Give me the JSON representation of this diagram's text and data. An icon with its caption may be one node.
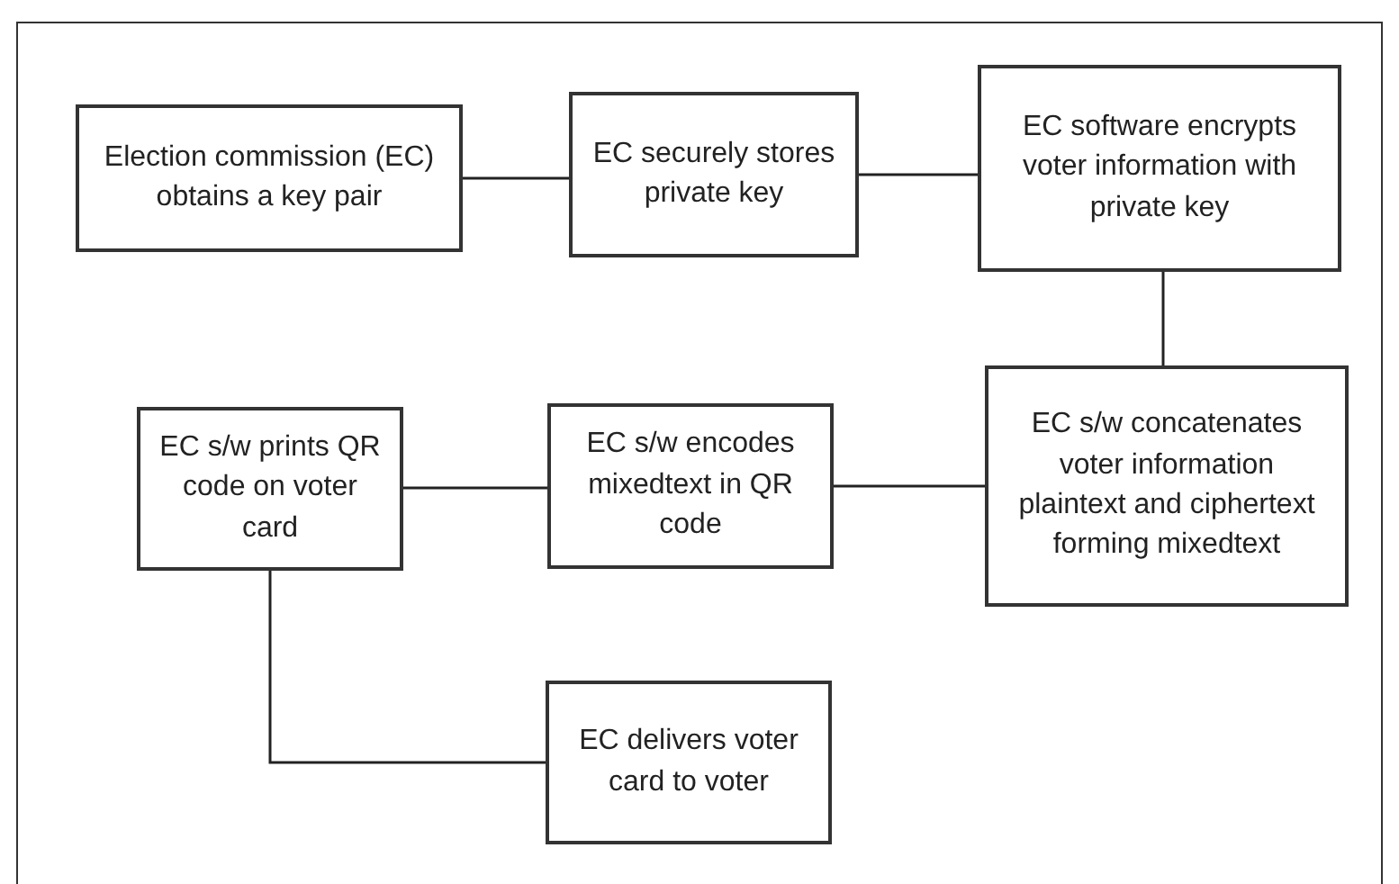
{
  "diagram": {
    "nodes": [
      {
        "text": [
          "Election commission (EC) obtains a key pair"
        ]
      },
      {
        "text": [
          "EC securely stores private key"
        ]
      },
      {
        "text": [
          "EC software encrypts voter information with private key"
        ]
      },
      {
        "text": [
          "EC s/w concatenates voter information plaintext and ciphertext forming mixedtext"
        ]
      },
      {
        "text": [
          "EC s/w prints QR code on voter card"
        ]
      },
      {
        "text": [
          "EC s/w encodes mixedtext in QR code"
        ]
      },
      {
        "text": [
          "EC delivers voter card to voter"
        ]
      }
    ],
    "edges": [
      {
        "from": 0,
        "to": 1,
        "arrow": "none"
      },
      {
        "from": 1,
        "to": 2,
        "arrow": "none"
      },
      {
        "from": 2,
        "to": 3,
        "arrow": "none"
      },
      {
        "from": 3,
        "to": 5,
        "arrow": "none"
      },
      {
        "from": 5,
        "to": 4,
        "arrow": "none"
      },
      {
        "from": 4,
        "to": 6,
        "arrow": "none"
      }
    ]
  }
}
